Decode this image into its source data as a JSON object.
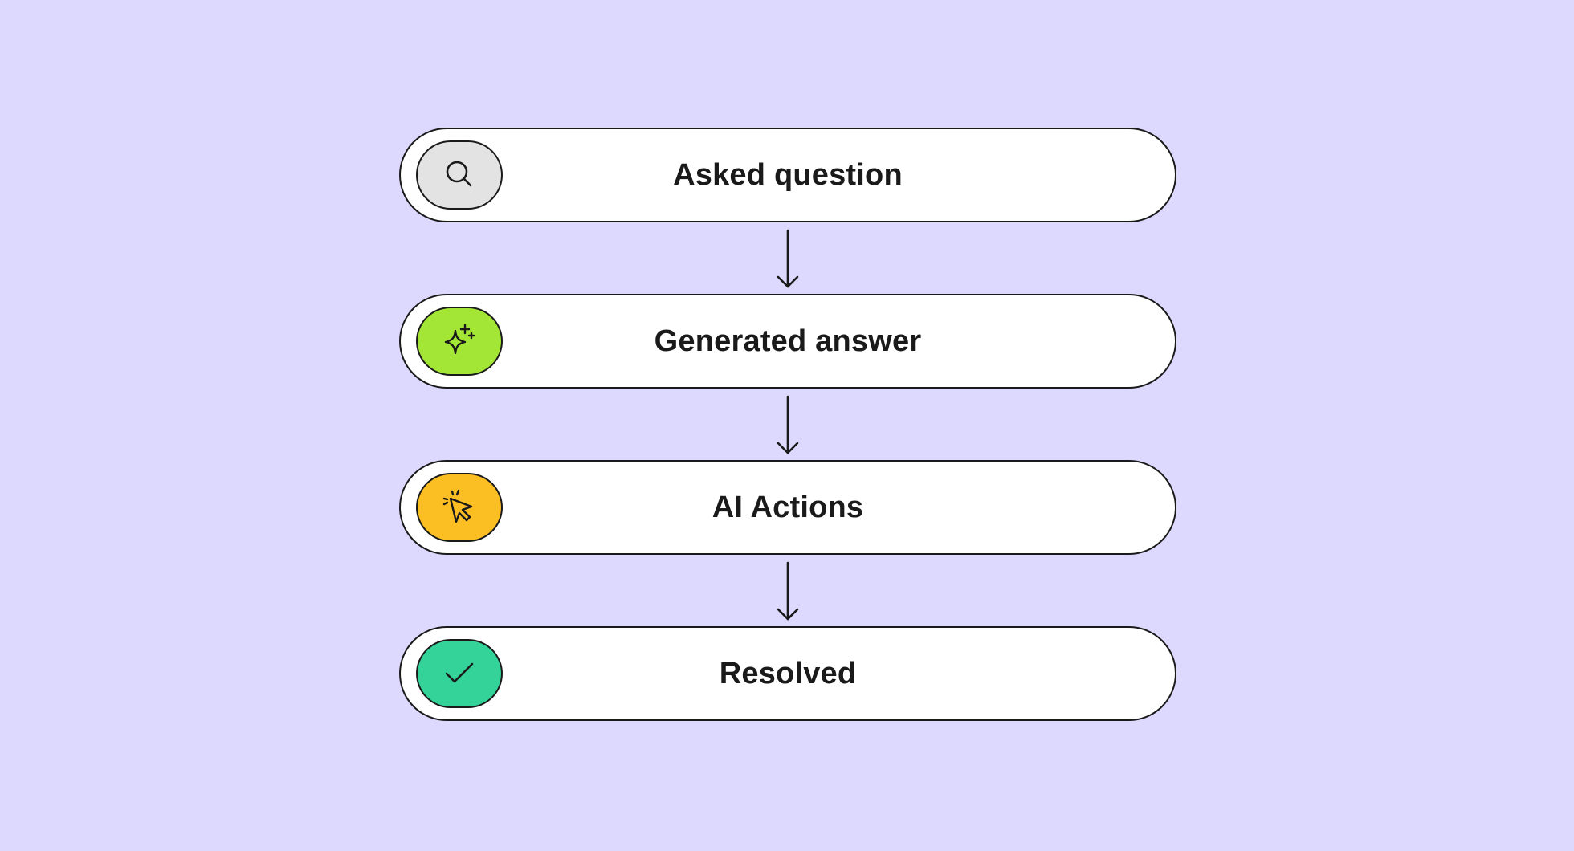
{
  "colors": {
    "background": "#ddd8fe",
    "card": "#ffffff",
    "stroke": "#1a1a1a",
    "search": "#e3e3e3",
    "generate": "#a3e635",
    "actions": "#fbbf24",
    "resolved": "#34d399"
  },
  "steps": [
    {
      "label": "Asked question",
      "icon": "search-icon",
      "color": "#e3e3e3"
    },
    {
      "label": "Generated answer",
      "icon": "sparkle-icon",
      "color": "#a3e635"
    },
    {
      "label": "AI Actions",
      "icon": "cursor-click-icon",
      "color": "#fbbf24"
    },
    {
      "label": "Resolved",
      "icon": "check-icon",
      "color": "#34d399"
    }
  ]
}
